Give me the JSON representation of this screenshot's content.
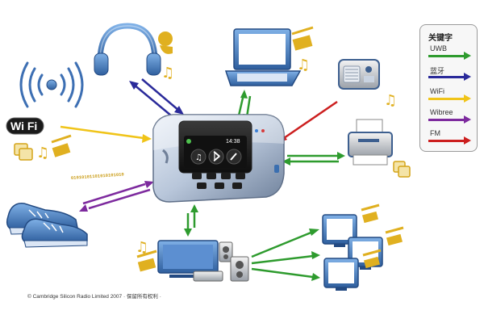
{
  "legend": {
    "title": "关键字",
    "items": [
      {
        "label": "UWB",
        "color": "#2e9b2e"
      },
      {
        "label": "蓝牙",
        "color": "#2a2a9a"
      },
      {
        "label": "WiFi",
        "color": "#f0c419"
      },
      {
        "label": "Wibree",
        "color": "#7d2a9e"
      },
      {
        "label": "FM",
        "color": "#cc1f1f"
      }
    ]
  },
  "device": {
    "time": "14:38"
  },
  "wifi_logo": "Wi Fi",
  "binary_stream": "01010101101010101010",
  "copyright": "© Cambridge Silicon Radio Limited 2007 · 保留所有权利 ·",
  "icons": {
    "hub": "hub-device-icon",
    "headphones": "headphones-icon",
    "wifi_tower": "antenna-tower-icon",
    "laptop": "laptop-icon",
    "radio": "radio-icon",
    "printer": "printer-icon",
    "shoes": "sneakers-icon",
    "tv": "tv-icon",
    "monitors": "monitor-icon"
  }
}
